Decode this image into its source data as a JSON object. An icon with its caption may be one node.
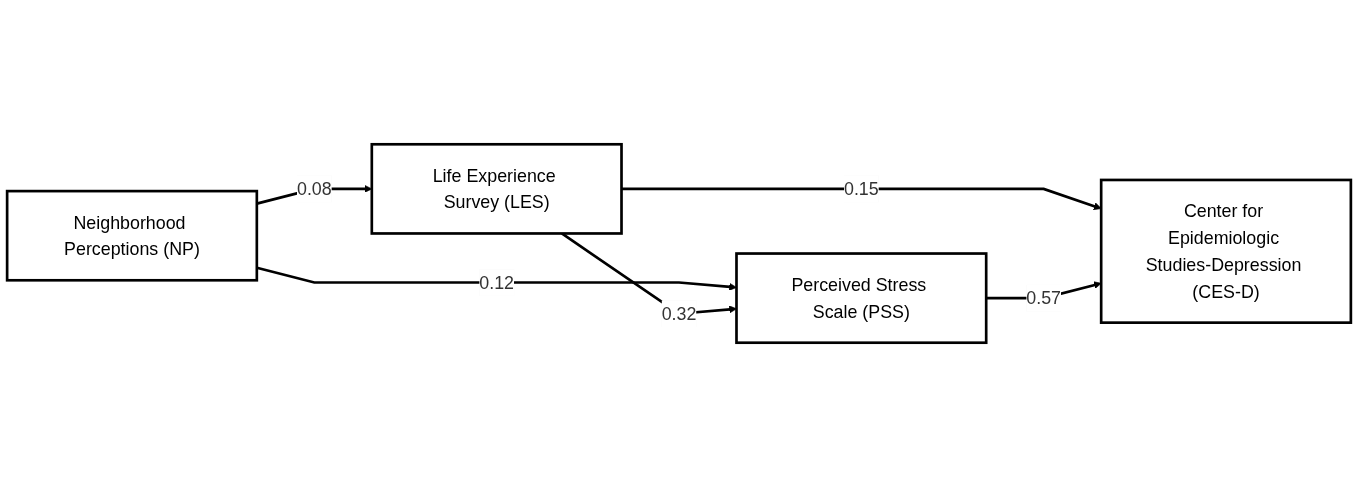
{
  "diagram": {
    "nodes": [
      {
        "text": [
          "Neighborhood Perceptions (NP)"
        ]
      },
      {
        "text": [
          "Life Experience Survey (LES)"
        ]
      },
      {
        "text": [
          "Perceived Stress Scale (PSS)"
        ]
      },
      {
        "text": [
          "Center for Epidemiologic Studies-Depression (CES-D)"
        ]
      }
    ],
    "edges": [
      {
        "from": 0,
        "to": 1,
        "label": "0.08",
        "arrow": "to"
      },
      {
        "from": 0,
        "to": 2,
        "label": "0.12",
        "arrow": "to"
      },
      {
        "from": 1,
        "to": 2,
        "label": "0.32",
        "arrow": "to"
      },
      {
        "from": 1,
        "to": 3,
        "label": "0.15",
        "arrow": "to"
      },
      {
        "from": 2,
        "to": 3,
        "label": "0.57",
        "arrow": "to"
      }
    ]
  }
}
